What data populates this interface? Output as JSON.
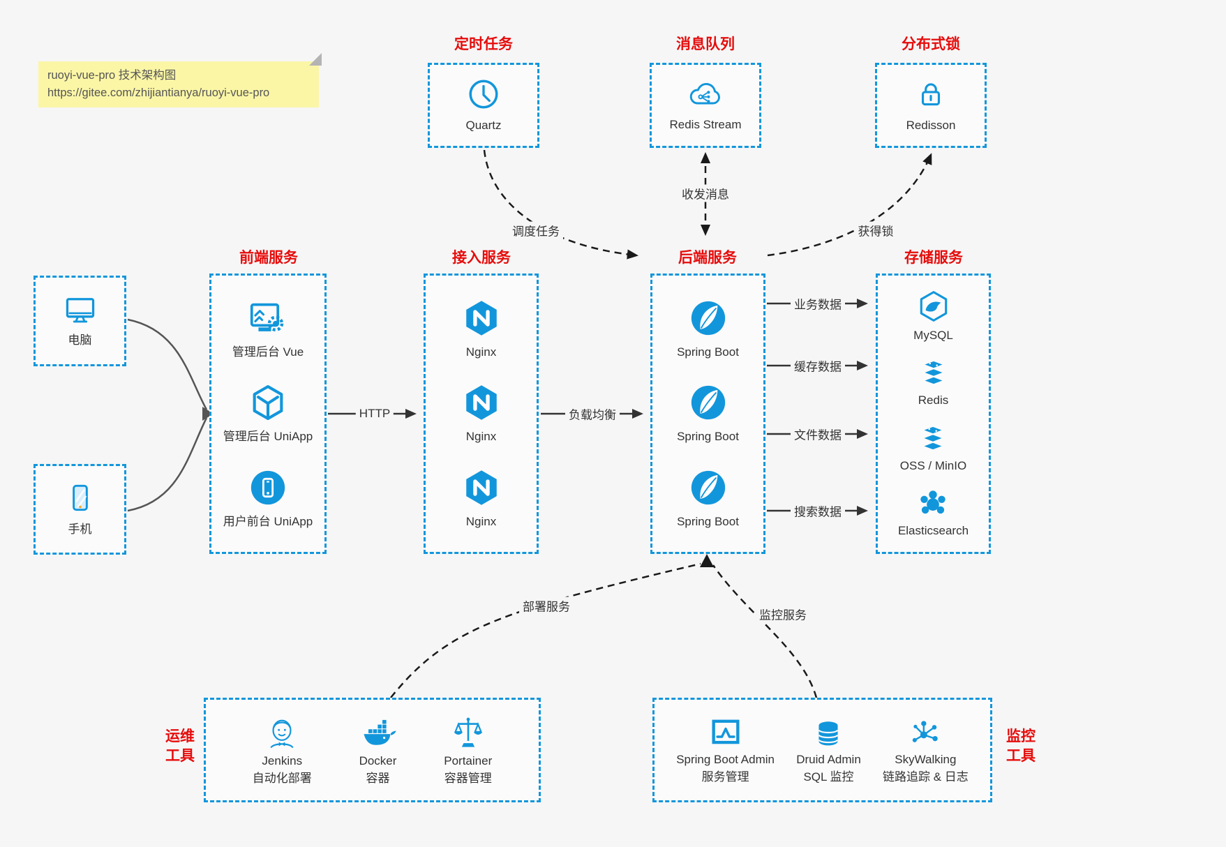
{
  "colors": {
    "accent_blue": "#1296db",
    "title_red": "#e60c0c",
    "solid_line": "#333333",
    "dashed_line": "#1a1a1a",
    "client_line": "#555555",
    "note_bg": "#fbf6a6",
    "page_bg": "#f6f6f6"
  },
  "note": {
    "line1": "ruoyi-vue-pro 技术架构图",
    "line2": "https://gitee.com/zhijiantianya/ruoyi-vue-pro"
  },
  "top_groups": [
    {
      "title": "定时任务",
      "item": {
        "label": "Quartz",
        "icon": "clock-icon"
      }
    },
    {
      "title": "消息队列",
      "item": {
        "label": "Redis Stream",
        "icon": "cloud-mq-icon"
      }
    },
    {
      "title": "分布式锁",
      "item": {
        "label": "Redisson",
        "icon": "lock-icon"
      }
    }
  ],
  "clients": [
    {
      "label": "电脑",
      "icon": "desktop-icon"
    },
    {
      "label": "手机",
      "icon": "mobile-icon"
    }
  ],
  "columns": [
    {
      "title": "前端服务",
      "items": [
        {
          "label": "管理后台 Vue",
          "icon": "admin-vue-icon"
        },
        {
          "label": "管理后台 UniApp",
          "icon": "uniapp-cube-icon"
        },
        {
          "label": "用户前台 UniApp",
          "icon": "user-app-icon"
        }
      ]
    },
    {
      "title": "接入服务",
      "items": [
        {
          "label": "Nginx",
          "icon": "nginx-icon"
        },
        {
          "label": "Nginx",
          "icon": "nginx-icon"
        },
        {
          "label": "Nginx",
          "icon": "nginx-icon"
        }
      ]
    },
    {
      "title": "后端服务",
      "items": [
        {
          "label": "Spring Boot",
          "icon": "spring-icon"
        },
        {
          "label": "Spring Boot",
          "icon": "spring-icon"
        },
        {
          "label": "Spring Boot",
          "icon": "spring-icon"
        }
      ]
    },
    {
      "title": "存储服务",
      "items": [
        {
          "label": "MySQL",
          "icon": "mysql-icon"
        },
        {
          "label": "Redis",
          "icon": "redis-stack-icon"
        },
        {
          "label": "OSS / MinIO",
          "icon": "storage-stack-icon"
        },
        {
          "label": "Elasticsearch",
          "icon": "elasticsearch-icon"
        }
      ]
    }
  ],
  "edges": {
    "http": "HTTP",
    "load_balance": "负载均衡",
    "schedule": "调度任务",
    "mq": "收发消息",
    "lock": "获得锁",
    "deploy": "部署服务",
    "monitor": "监控服务",
    "data_links": [
      "业务数据",
      "缓存数据",
      "文件数据",
      "搜索数据"
    ]
  },
  "bottom_groups": [
    {
      "title": "运维工具",
      "title_lines": [
        "运维",
        "工具"
      ],
      "items": [
        {
          "label": "Jenkins",
          "sublabel": "自动化部署",
          "icon": "jenkins-icon"
        },
        {
          "label": "Docker",
          "sublabel": "容器",
          "icon": "docker-icon"
        },
        {
          "label": "Portainer",
          "sublabel": "容器管理",
          "icon": "portainer-icon"
        }
      ]
    },
    {
      "title": "监控工具",
      "title_lines": [
        "监控",
        "工具"
      ],
      "items": [
        {
          "label": "Spring Boot Admin",
          "sublabel": "服务管理",
          "icon": "springboot-admin-icon"
        },
        {
          "label": "Druid Admin",
          "sublabel": "SQL 监控",
          "icon": "druid-icon"
        },
        {
          "label": "SkyWalking",
          "sublabel": "链路追踪 & 日志",
          "icon": "skywalking-icon"
        }
      ]
    }
  ]
}
